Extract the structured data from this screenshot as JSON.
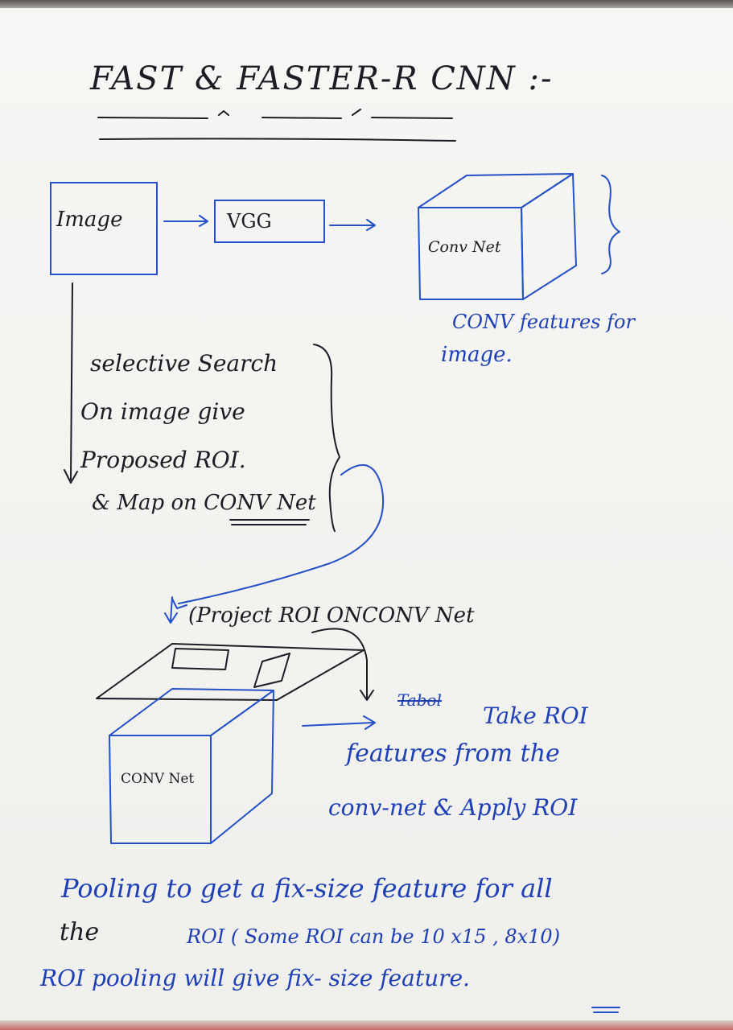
{
  "title": "FAST & FASTER-R CNN :-",
  "boxes": {
    "image": "Image",
    "vgg": "VGG",
    "convnet_top": "Conv Net",
    "convnet_bottom": "CONV Net"
  },
  "conv_features_label": {
    "line1": "CONV features for",
    "line2": "image."
  },
  "selective_search": {
    "line1": "selective Search",
    "line2": "On image give",
    "line3": "Proposed ROI.",
    "line4": "& Map on CONV Net"
  },
  "project_label": "(Project ROI ONCONV Net",
  "roi_text": {
    "scribble": "Tabol",
    "line1": "Take ROI",
    "line2": "features from the",
    "line3": "conv-net & Apply ROI"
  },
  "bottom_text": {
    "line1": "Pooling to get a fix-size feature for all",
    "line2a": "the",
    "line2b": "ROI ( Some ROI can be 10 x15 , 8x10)",
    "line3": "ROI pooling will give fix- size feature."
  },
  "colors": {
    "pen": "#1e3fb5",
    "dark_pen": "#1c1c24",
    "paper": "#f4f4f2"
  }
}
